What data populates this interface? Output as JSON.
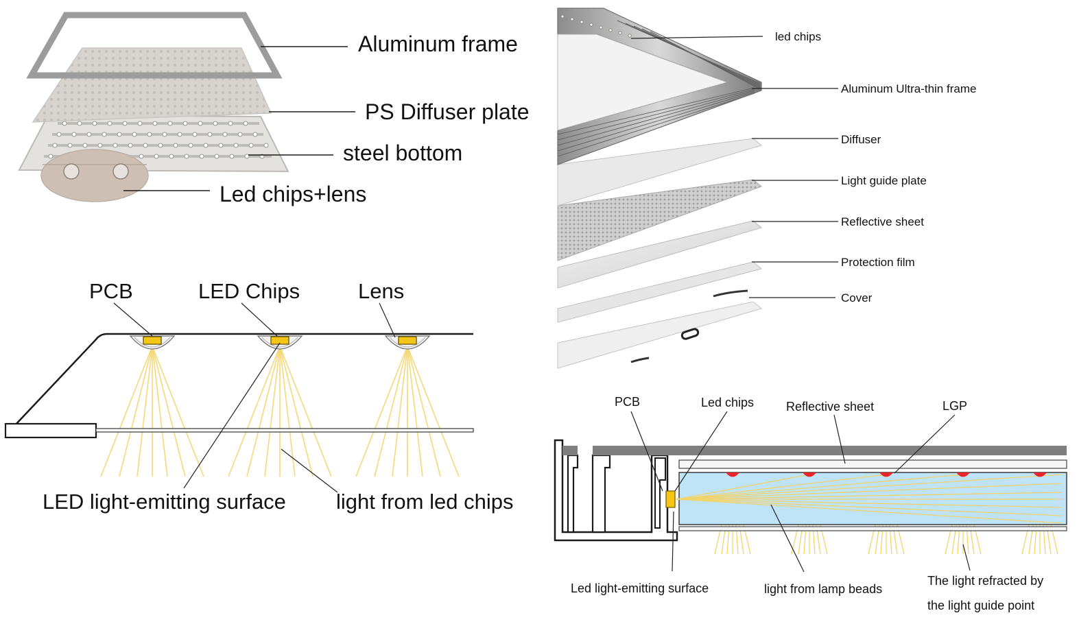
{
  "panel_exploded": {
    "labels": {
      "aluminum_frame": "Aluminum frame",
      "ps_diffuser": "PS Diffuser plate",
      "steel_bottom": "steel bottom",
      "led_lens": "Led chips+lens"
    }
  },
  "panel_edge_layers": {
    "labels": {
      "led_chips": "led chips",
      "frame": "Aluminum Ultra-thin frame",
      "diffuser": "Diffuser",
      "lgp": "Light guide plate",
      "reflective": "Reflective sheet",
      "protection": "Protection film",
      "cover": "Cover"
    }
  },
  "direct_lit": {
    "labels": {
      "pcb": "PCB",
      "led_chips": "LED Chips",
      "lens": "Lens",
      "surface": "LED light-emitting surface",
      "light": "light from led chips"
    }
  },
  "edge_lit": {
    "labels": {
      "pcb": "PCB",
      "led_chips": "Led chips",
      "reflective": "Reflective sheet",
      "lgp": "LGP",
      "surface": "Led light-emitting surface",
      "lamp_light": "light from lamp beads",
      "refracted_1": "The light refracted by",
      "refracted_2": "the light guide point"
    }
  },
  "colors": {
    "ray": "#f3d97a",
    "chip": "#f5c518",
    "lgp_fill": "#bfe3f7",
    "dot_red": "#e8262b",
    "gray_layer": "#7f7f7f",
    "frame_gray": "#a9a9a9"
  }
}
